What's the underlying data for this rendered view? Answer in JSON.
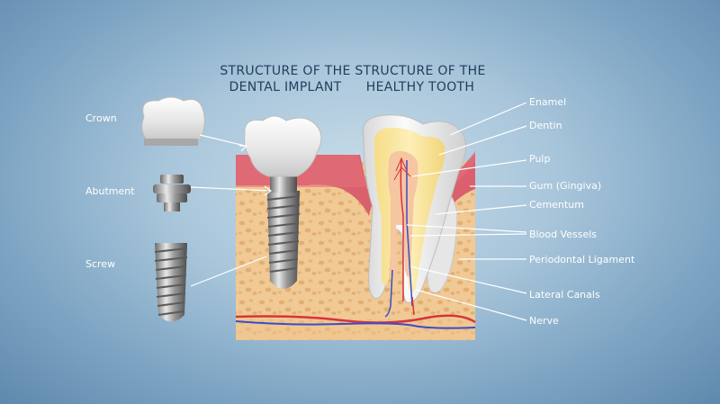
{
  "titles": {
    "implant": {
      "line1": "STRUCTURE OF THE",
      "line2": "DENTAL IMPLANT"
    },
    "tooth": {
      "line1": "STRUCTURE OF THE",
      "line2": "HEALTHY TOOTH"
    }
  },
  "implant_parts": {
    "crown": "Crown",
    "abutment": "Abutment",
    "screw": "Screw"
  },
  "tooth_parts": {
    "enamel": "Enamel",
    "dentin": "Dentin",
    "pulp": "Pulp",
    "gum": "Gum (Gingiva)",
    "cementum": "Cementum",
    "blood_vessels": "Blood Vessels",
    "periodontal_ligament": "Periodontal Ligament",
    "lateral_canals": "Lateral Canals",
    "nerve": "Nerve"
  },
  "colors": {
    "background": "#8fb3cf",
    "bone": "#f0c995",
    "gum": "#d9606c",
    "enamel": "#f2f2f2",
    "dentin": "#fbe7a0",
    "pulp": "#f7c9a8",
    "title_text": "#1f3e5c",
    "label_text": "#ffffff"
  }
}
